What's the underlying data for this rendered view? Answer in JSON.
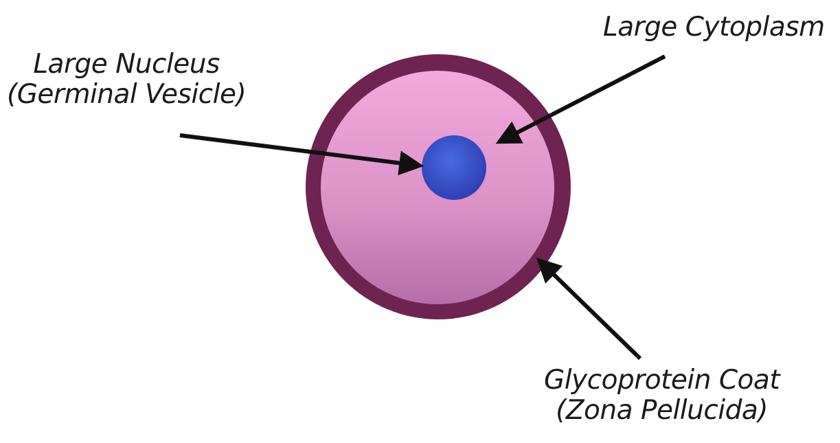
{
  "labels": {
    "nucleus": [
      "Large Nucleus",
      "(Germinal Vesicle)"
    ],
    "cytoplasm": [
      "Large Cytoplasm"
    ],
    "coat": [
      "Glycoprotein Coat",
      "(Zona Pellucida)"
    ]
  },
  "colors": {
    "background": "#ffffff",
    "zona_pellucida": "#6e2352",
    "cytoplasm_light": "#f2a8da",
    "cytoplasm_dark": "#b56fa6",
    "nucleus_light": "#4f6fe0",
    "nucleus_dark": "#2a3fb3",
    "arrow": "#111111",
    "text": "#1a1a1a"
  }
}
